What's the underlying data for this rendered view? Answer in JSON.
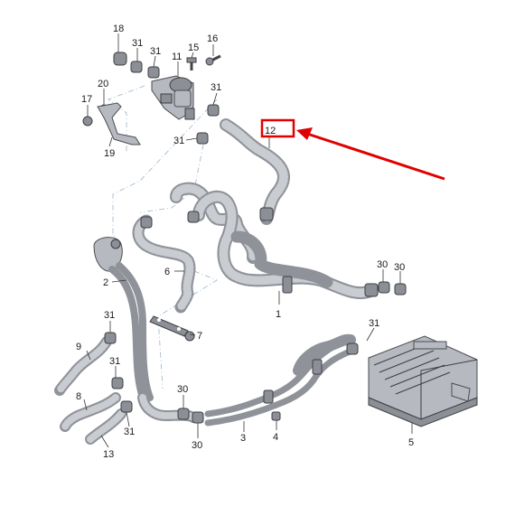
{
  "callouts": {
    "c1": "1",
    "c2": "2",
    "c3": "3",
    "c4": "4",
    "c5": "5",
    "c6": "6",
    "c7": "7",
    "c8": "8",
    "c9": "9",
    "c11": "11",
    "c12": "12",
    "c13": "13",
    "c15": "15",
    "c16": "16",
    "c17": "17",
    "c18": "18",
    "c19": "19",
    "c20": "20",
    "c30": "30",
    "c31": "31"
  },
  "highlight": {
    "target": "12",
    "box_color": "#e00000",
    "arrow_color": "#e00000"
  }
}
